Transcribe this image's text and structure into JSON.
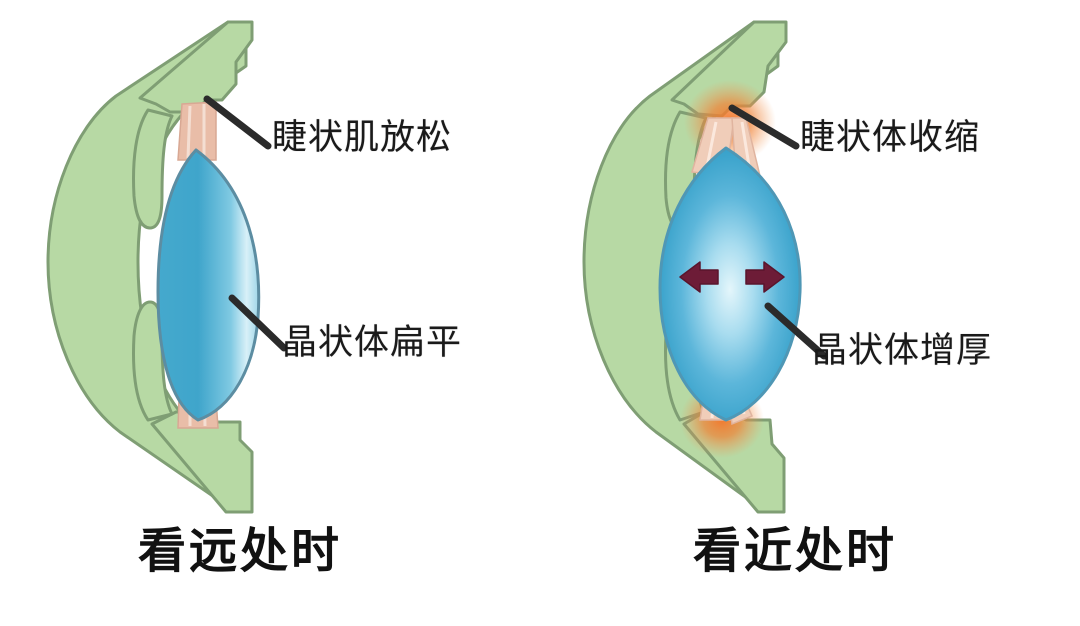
{
  "figure": {
    "title": "Eye accommodation diagram",
    "background_color": "#ffffff"
  },
  "colors": {
    "sclera_fill": "#b7d9a4",
    "sclera_stroke": "#7f9e74",
    "lens_blue": "#3fa9cf",
    "lens_blue_light": "#cfeef8",
    "lens_stroke": "#5b8ea3",
    "zonule_pink": "#e7b8a4",
    "ciliary_highlight": "#ef7f35",
    "arrow_maroon": "#6d1c37",
    "leader_line": "#2b2b2b",
    "label_text": "#1a1a1a",
    "caption_text": "#111111"
  },
  "panels": [
    {
      "id": "far-vision",
      "caption": "看远处时",
      "labels": [
        {
          "name": "ciliary-muscle",
          "text": "睫状肌放松"
        },
        {
          "name": "lens-shape",
          "text": "晶状体扁平"
        }
      ],
      "lens_state": "flat",
      "ciliary_state": "relaxed",
      "arrows": []
    },
    {
      "id": "near-vision",
      "caption": "看近处时",
      "labels": [
        {
          "name": "ciliary-body",
          "text": "睫状体收缩"
        },
        {
          "name": "lens-shape",
          "text": "晶状体增厚"
        }
      ],
      "lens_state": "thick",
      "ciliary_state": "contracted",
      "arrows": [
        {
          "name": "lens-expand-arrow-left",
          "direction": "left"
        },
        {
          "name": "lens-expand-arrow-right",
          "direction": "right"
        }
      ]
    }
  ]
}
